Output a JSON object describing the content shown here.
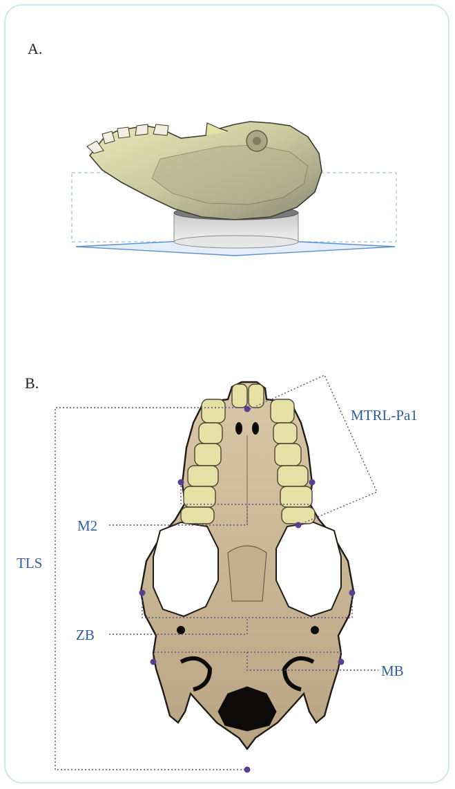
{
  "panels": {
    "a": {
      "label": "A."
    },
    "b": {
      "label": "B."
    }
  },
  "measurements": {
    "mtrl": "MTRL-Pa1",
    "m2": "M2",
    "tls": "TLS",
    "zb": "ZB",
    "mb": "MB"
  },
  "colors": {
    "frame": "#cfe6ee",
    "label_blue": "#2f5da3",
    "measure_line": "#5a4a8a",
    "bone": "#cdbd9e",
    "teeth": "#e6e0a4"
  }
}
